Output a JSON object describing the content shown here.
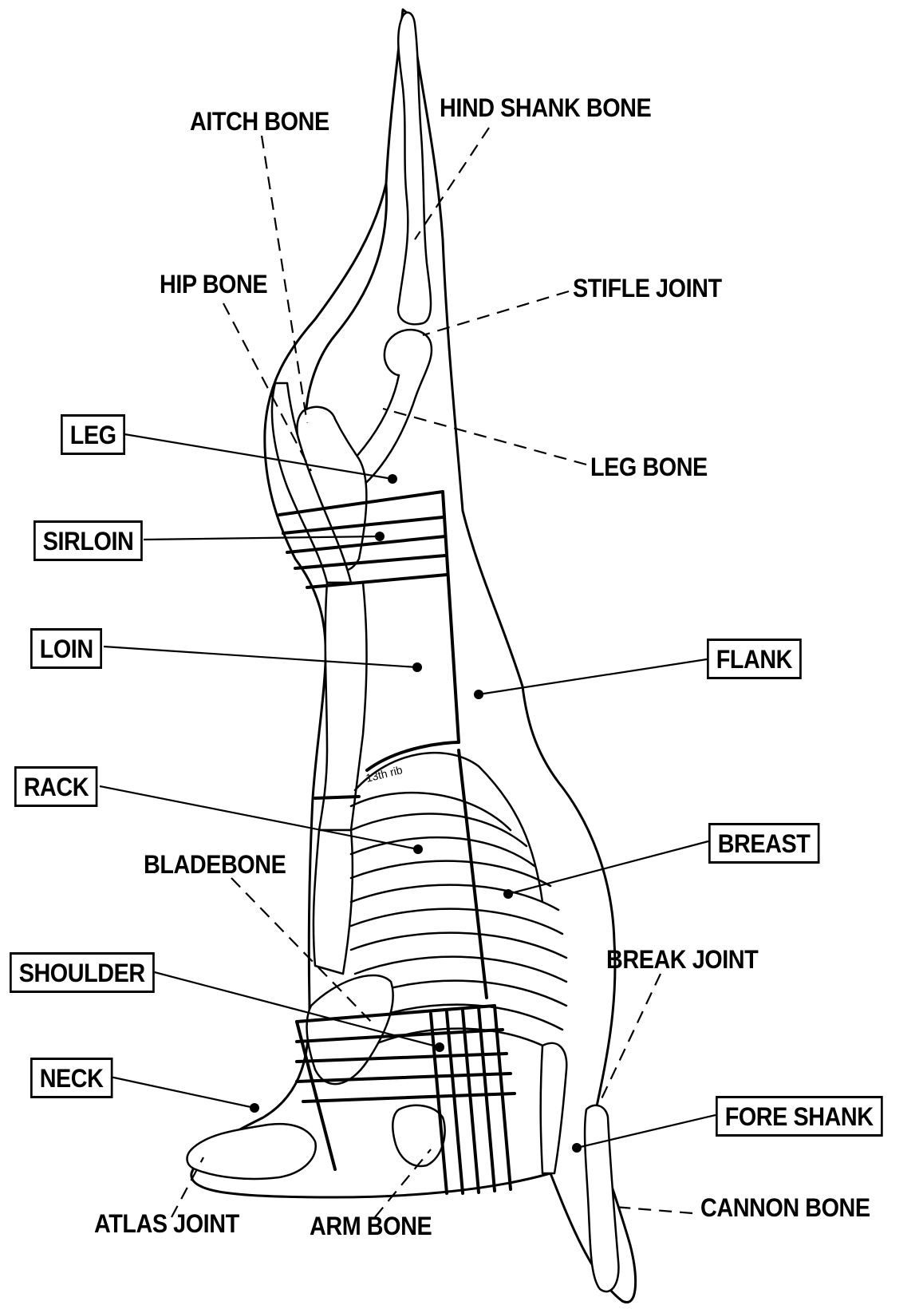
{
  "labels": {
    "aitch_bone": "AITCH BONE",
    "hind_shank_bone": "HIND SHANK BONE",
    "hip_bone": "HIP BONE",
    "stifle_joint": "STIFLE JOINT",
    "leg": "LEG",
    "leg_bone": "LEG BONE",
    "sirloin": "SIRLOIN",
    "loin": "LOIN",
    "flank": "FLANK",
    "rack": "RACK",
    "breast": "BREAST",
    "bladebone": "BLADEBONE",
    "break_joint": "BREAK JOINT",
    "shoulder": "SHOULDER",
    "neck": "NECK",
    "fore_shank": "FORE SHANK",
    "atlas_joint": "ATLAS JOINT",
    "arm_bone": "ARM BONE",
    "cannon_bone": "CANNON BONE"
  },
  "rib_annotation": "13th rib",
  "colors": {
    "ink": "#000000",
    "paper": "#ffffff"
  }
}
